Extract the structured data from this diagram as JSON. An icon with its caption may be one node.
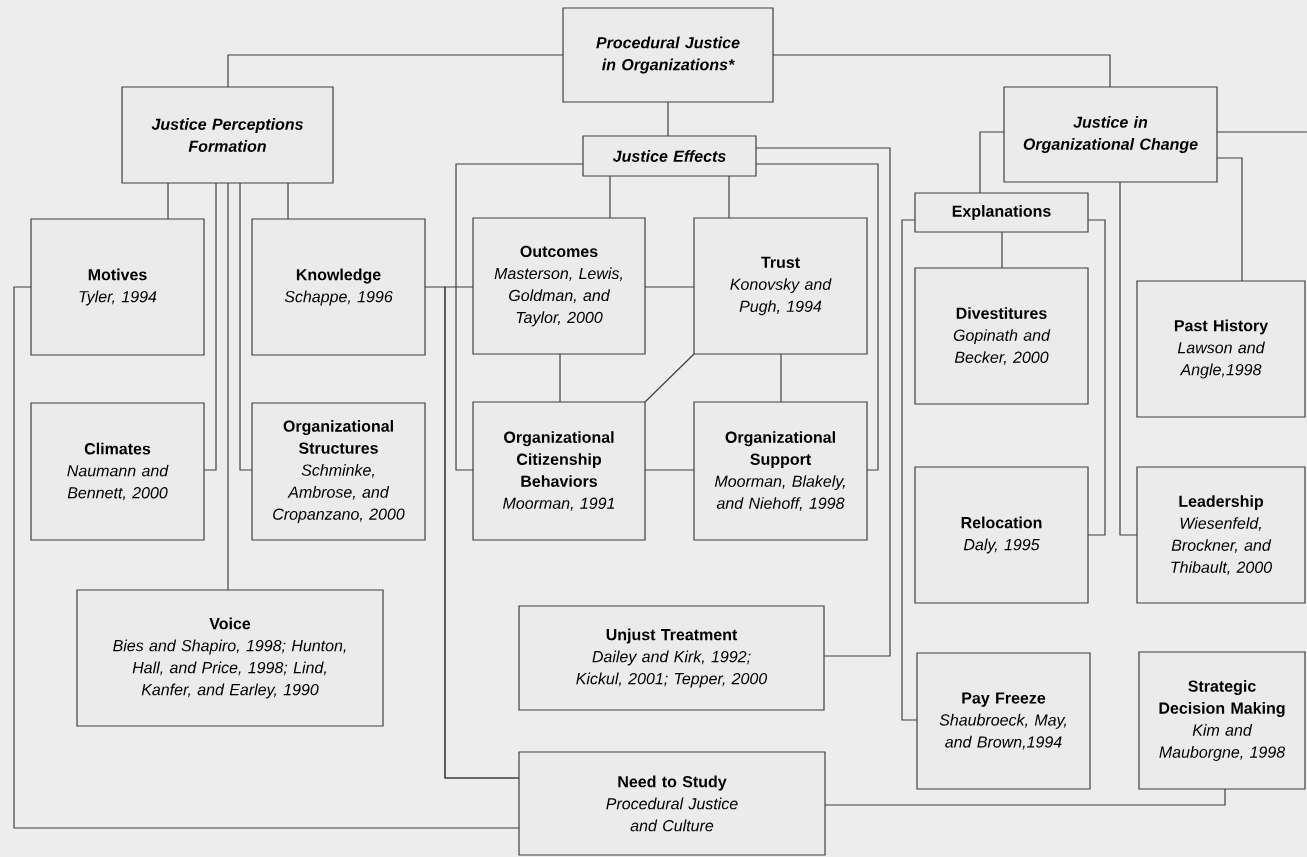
{
  "diagram": {
    "nodes": [
      {
        "text": [
          "Procedural Justice in Organizations*"
        ]
      },
      {
        "text": [
          "Justice Perceptions Formation"
        ]
      },
      {
        "text": [
          "Justice Effects"
        ]
      },
      {
        "text": [
          "Justice in Organizational Change"
        ]
      },
      {
        "text": [
          "Motives",
          "Tyler, 1994"
        ]
      },
      {
        "text": [
          "Knowledge",
          "Schappe, 1996"
        ]
      },
      {
        "text": [
          "Climates",
          "Naumann and Bennett, 2000"
        ]
      },
      {
        "text": [
          "Organizational Structures",
          "Schminke, Ambrose, and Cropanzano, 2000"
        ]
      },
      {
        "text": [
          "Voice",
          "Bies and Shapiro, 1998; Hunton, Hall, and Price, 1998; Lind, Kanfer, and Earley, 1990"
        ]
      },
      {
        "text": [
          "Outcomes",
          "Masterson, Lewis, Goldman, and Taylor, 2000"
        ]
      },
      {
        "text": [
          "Trust",
          "Konovsky and Pugh, 1994"
        ]
      },
      {
        "text": [
          "Organizational Citizenship Behaviors",
          "Moorman, 1991"
        ]
      },
      {
        "text": [
          "Organizational Support",
          "Moorman, Blakely, and Niehoff, 1998"
        ]
      },
      {
        "text": [
          "Unjust Treatment",
          "Dailey and Kirk, 1992; Kickul, 2001; Tepper, 2000"
        ]
      },
      {
        "text": [
          "Need to Study",
          "Procedural Justice and Culture"
        ]
      },
      {
        "text": [
          "Explanations"
        ]
      },
      {
        "text": [
          "Divestitures",
          "Gopinath and Becker, 2000"
        ]
      },
      {
        "text": [
          "Relocation",
          "Daly, 1995"
        ]
      },
      {
        "text": [
          "Pay Freeze",
          "Shaubroeck, May, and Brown,1994"
        ]
      },
      {
        "text": [
          "Past History",
          "Lawson and Angle,1998"
        ]
      },
      {
        "text": [
          "Leadership",
          "Wiesenfeld, Brockner, and Thibault, 2000"
        ]
      },
      {
        "text": [
          "Strategic Decision Making",
          "Kim and Mauborgne, 1998"
        ]
      }
    ],
    "edges": [
      {
        "from": 0,
        "to": 1,
        "arrow": "none"
      },
      {
        "from": 0,
        "to": 2,
        "arrow": "none"
      },
      {
        "from": 0,
        "to": 3,
        "arrow": "none"
      },
      {
        "from": 1,
        "to": 4,
        "arrow": "none"
      },
      {
        "from": 1,
        "to": 5,
        "arrow": "none"
      },
      {
        "from": 1,
        "to": 6,
        "arrow": "none"
      },
      {
        "from": 1,
        "to": 7,
        "arrow": "none"
      },
      {
        "from": 1,
        "to": 8,
        "arrow": "none"
      },
      {
        "from": 4,
        "to": 14,
        "arrow": "none"
      },
      {
        "from": 5,
        "to": 14,
        "arrow": "none"
      },
      {
        "from": 9,
        "to": 14,
        "arrow": "none"
      },
      {
        "from": 2,
        "to": 9,
        "arrow": "none"
      },
      {
        "from": 2,
        "to": 10,
        "arrow": "none"
      },
      {
        "from": 2,
        "to": 11,
        "arrow": "none"
      },
      {
        "from": 2,
        "to": 12,
        "arrow": "none"
      },
      {
        "from": 2,
        "to": 13,
        "arrow": "none"
      },
      {
        "from": 9,
        "to": 10,
        "arrow": "none"
      },
      {
        "from": 9,
        "to": 11,
        "arrow": "none"
      },
      {
        "from": 10,
        "to": 11,
        "arrow": "none"
      },
      {
        "from": 10,
        "to": 12,
        "arrow": "none"
      },
      {
        "from": 11,
        "to": 12,
        "arrow": "none"
      },
      {
        "from": 3,
        "to": 15,
        "arrow": "none"
      },
      {
        "from": 3,
        "to": 19,
        "arrow": "none"
      },
      {
        "from": 3,
        "to": 20,
        "arrow": "none"
      },
      {
        "from": 3,
        "to": null,
        "arrow": "none"
      },
      {
        "from": 15,
        "to": 16,
        "arrow": "none"
      },
      {
        "from": 15,
        "to": 17,
        "arrow": "none"
      },
      {
        "from": 15,
        "to": 18,
        "arrow": "none"
      },
      {
        "from": 21,
        "to": 14,
        "arrow": "none"
      }
    ]
  }
}
